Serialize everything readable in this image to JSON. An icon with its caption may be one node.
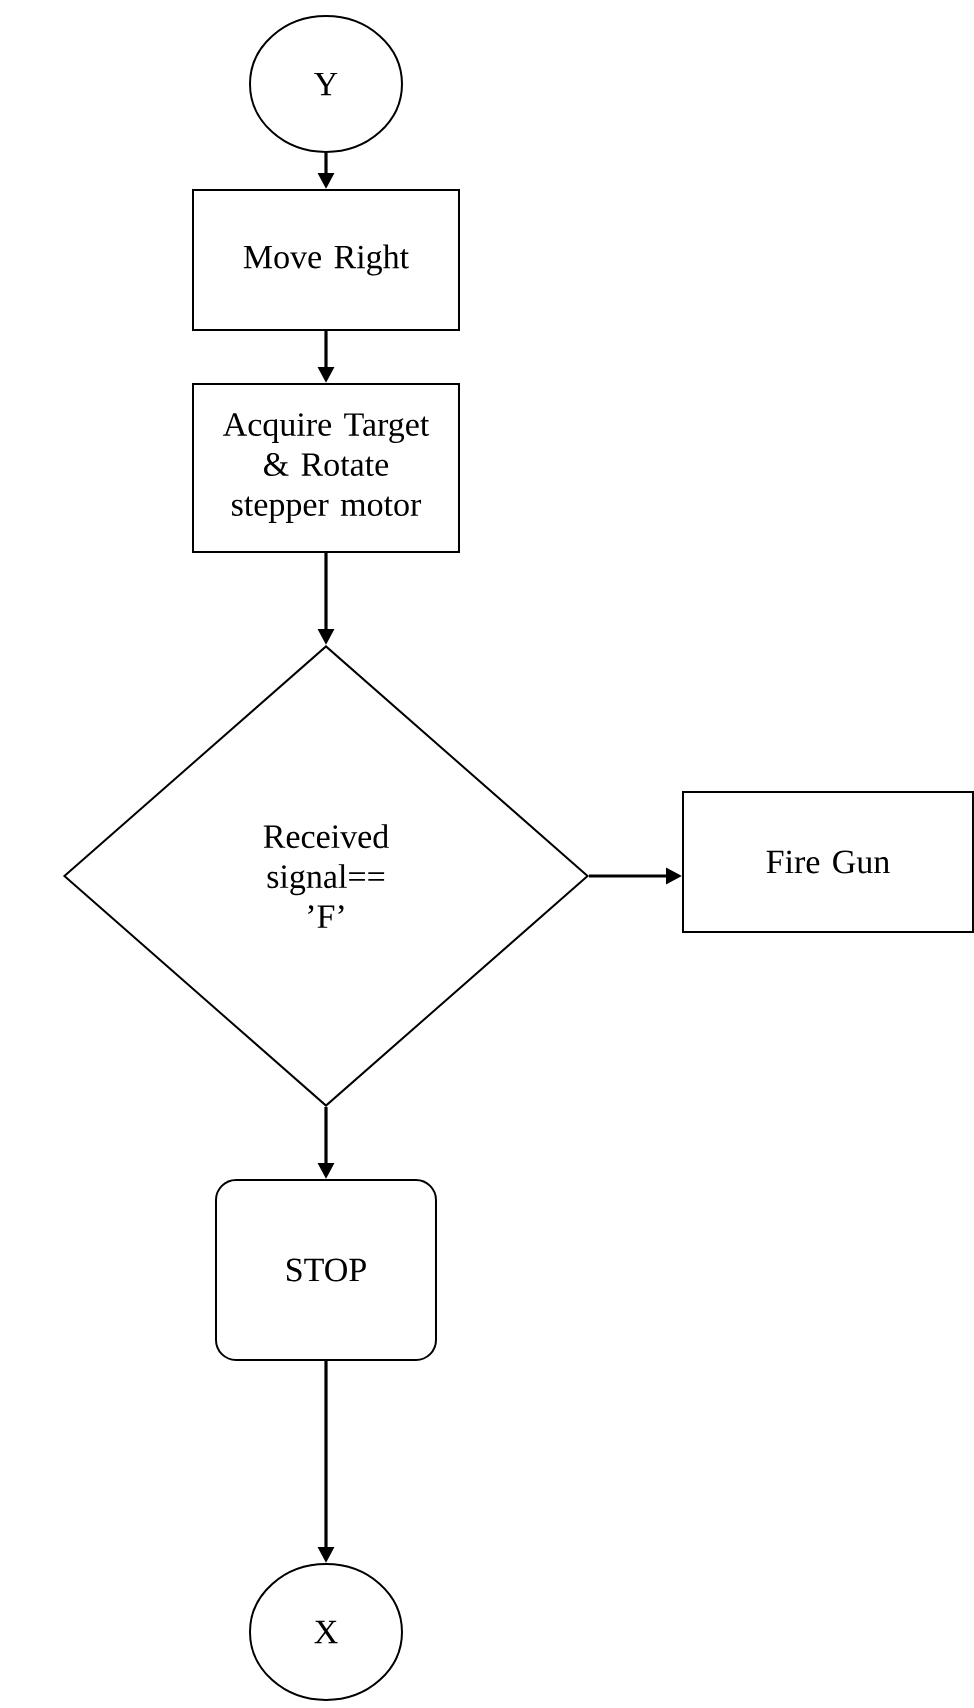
{
  "diagram": {
    "nodes": [
      {
        "text": [
          "Y"
        ]
      },
      {
        "text": [
          "Move Right"
        ]
      },
      {
        "text": [
          "Acquire Target & Rotate stepper motor"
        ]
      },
      {
        "text": [
          "Received signal== ’F’"
        ]
      },
      {
        "text": [
          "Fire Gun"
        ]
      },
      {
        "text": [
          "STOP"
        ]
      },
      {
        "text": [
          "X"
        ]
      }
    ],
    "edges": [
      {
        "from": 0,
        "to": 1,
        "arrow": "to"
      },
      {
        "from": 1,
        "to": 2,
        "arrow": "to"
      },
      {
        "from": 2,
        "to": 3,
        "arrow": "to"
      },
      {
        "from": 3,
        "to": 4,
        "arrow": "to"
      },
      {
        "from": 3,
        "to": 5,
        "arrow": "to"
      },
      {
        "from": 5,
        "to": 6,
        "arrow": "to"
      }
    ]
  }
}
